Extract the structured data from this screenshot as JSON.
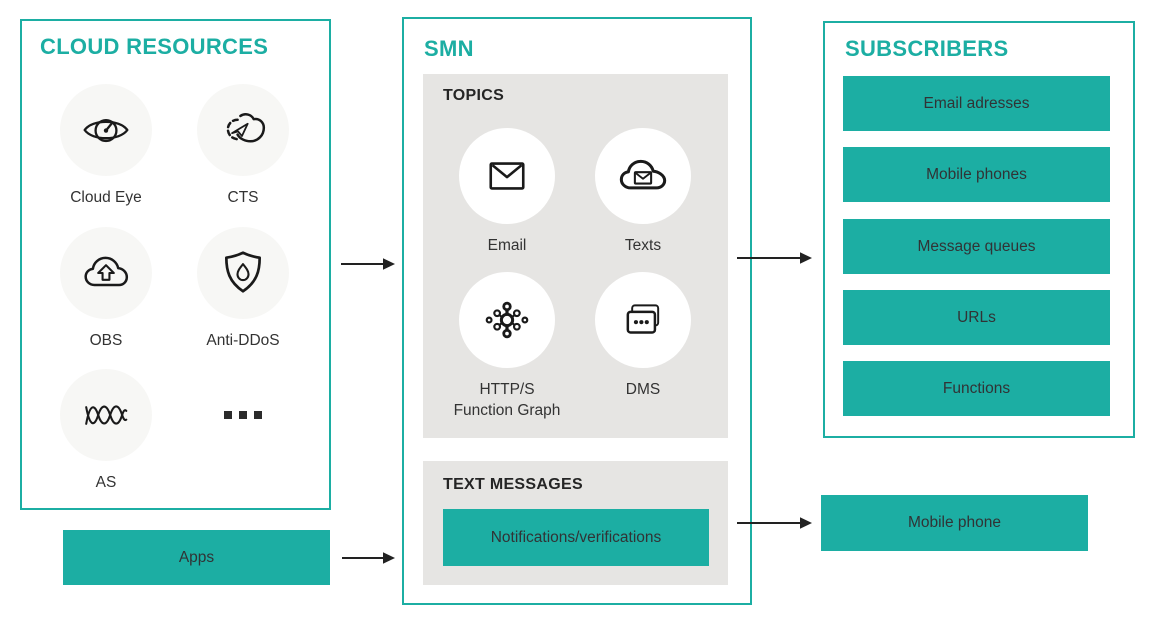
{
  "colors": {
    "accent": "#1CAEA3",
    "panel_gray": "#E6E5E3",
    "icon_stroke": "#1A1A1A",
    "arrow": "#222222",
    "text_dark": "#333333"
  },
  "cloud_resources": {
    "title": "CLOUD RESOURCES",
    "items": [
      {
        "label": "Cloud Eye",
        "icon": "cloud-eye-icon"
      },
      {
        "label": "CTS",
        "icon": "cts-cloud-trace-icon"
      },
      {
        "label": "OBS",
        "icon": "obs-cloud-upload-icon"
      },
      {
        "label": "Anti-DDoS",
        "icon": "anti-ddos-shield-drop-icon"
      },
      {
        "label": "AS",
        "icon": "as-scaling-waves-icon"
      },
      {
        "label": "",
        "icon": "more-services-ellipsis-icon"
      }
    ]
  },
  "apps": {
    "label": "Apps"
  },
  "smn": {
    "title": "SMN",
    "topics": {
      "title": "TOPICS",
      "items": [
        {
          "label": "Email",
          "icon": "email-envelope-icon"
        },
        {
          "label": "Texts",
          "icon": "texts-cloud-message-icon"
        },
        {
          "label": "HTTP/S\nFunction Graph",
          "icon": "http-function-graph-icon"
        },
        {
          "label": "DMS",
          "icon": "dms-message-queue-icon"
        }
      ]
    },
    "text_messages": {
      "title": "TEXT MESSAGES",
      "button_label": "Notifications/verifications"
    }
  },
  "subscribers": {
    "title": "SUBSCRIBERS",
    "items": [
      "Email adresses",
      "Mobile phones",
      "Message queues",
      "URLs",
      "Functions"
    ]
  },
  "mobile_phone": {
    "label": "Mobile phone"
  }
}
